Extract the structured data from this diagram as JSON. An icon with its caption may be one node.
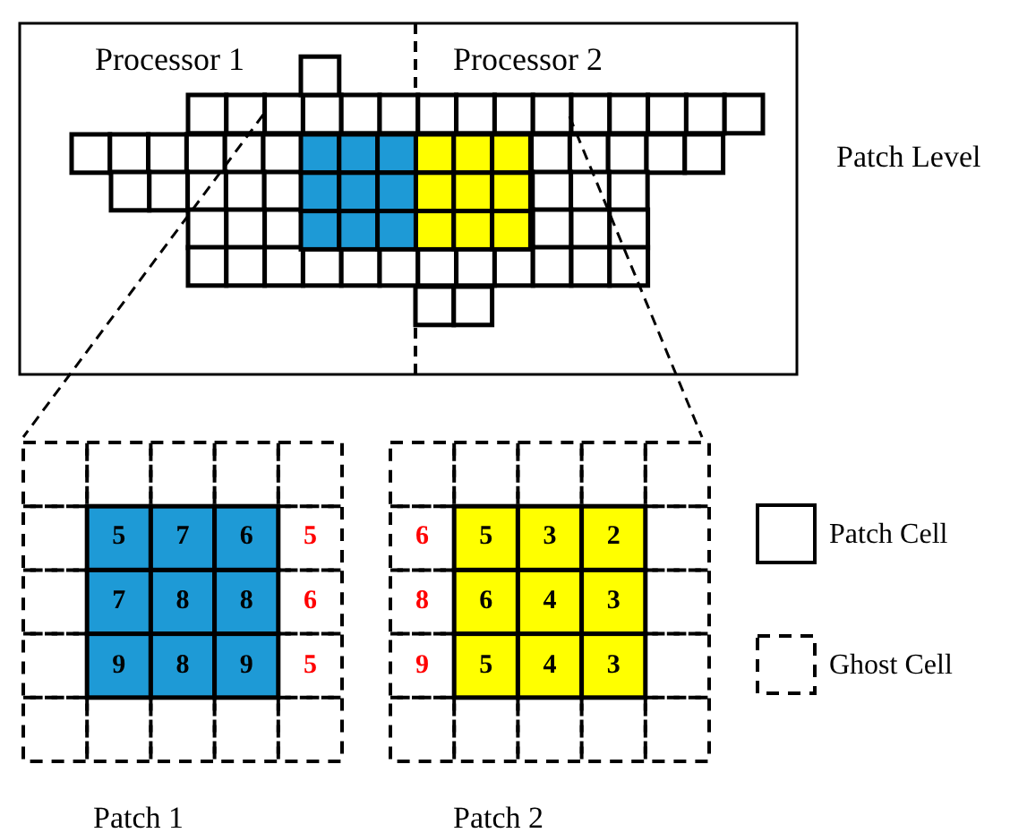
{
  "diagram": {
    "labels": [
      "Processor 1",
      "Processor 2",
      "Patch Level",
      "5",
      "7",
      "6",
      "5",
      "6",
      "5",
      "3",
      "2",
      "7",
      "8",
      "8",
      "6",
      "8",
      "6",
      "4",
      "3",
      "9",
      "8",
      "9",
      "5",
      "9",
      "5",
      "4",
      "3",
      "Patch 1",
      "Patch 2"
    ],
    "legend": [
      {
        "text": "Patch Cell"
      },
      {
        "text": "Ghost Cell"
      }
    ]
  }
}
